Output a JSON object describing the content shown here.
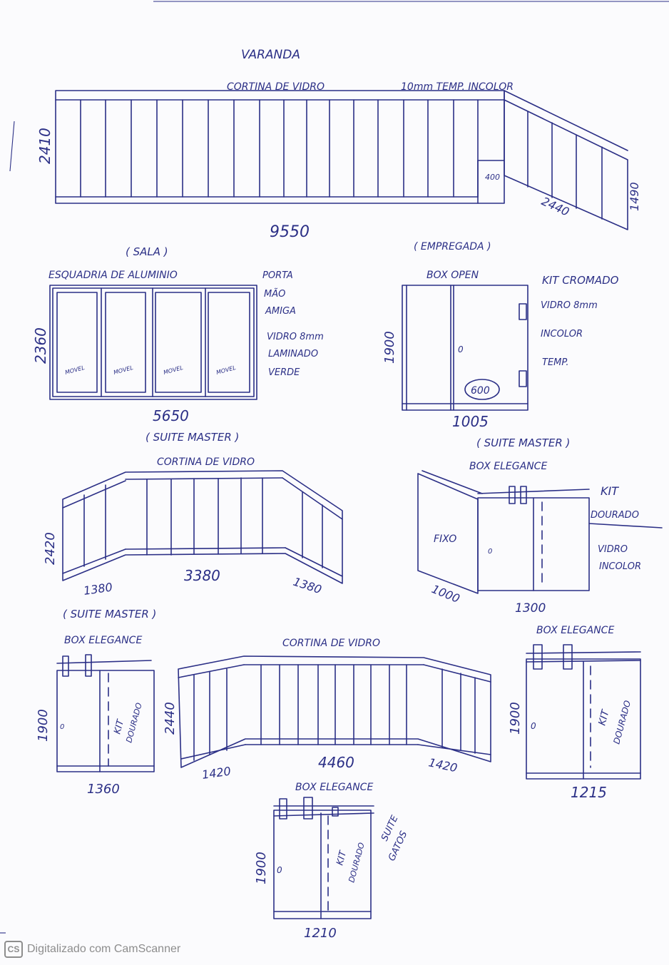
{
  "varanda": {
    "title": "VARANDA",
    "subtitle": "CORTINA DE VIDRO",
    "spec": "10mm TEMP. INCOLOR",
    "height": "2410",
    "width_main": "9550",
    "return_height": "400",
    "width_side": "2440",
    "height_side": "1490"
  },
  "sala": {
    "room": "( SALA )",
    "title": "ESQUADRIA DE ALUMINIO",
    "note_lines": [
      "PORTA",
      "MÃO",
      "AMIGA"
    ],
    "glass_lines": [
      "VIDRO 8mm",
      "LAMINADO",
      "VERDE"
    ],
    "panel_label": "MOVEL",
    "height": "2360",
    "width": "5650"
  },
  "empregada": {
    "room": "( EMPREGADA )",
    "title": "BOX OPEN",
    "kit_lines": [
      "KIT CROMADO",
      "VIDRO 8mm",
      "INCOLOR",
      "TEMP."
    ],
    "height": "1900",
    "width": "1005",
    "door": "600",
    "knob": "0"
  },
  "suite_cortina": {
    "room": "( SUITE MASTER )",
    "title": "CORTINA DE VIDRO",
    "height": "2420",
    "left": "1380",
    "center": "3380",
    "right": "1380"
  },
  "suite_box": {
    "room": "( SUITE MASTER )",
    "title": "BOX ELEGANCE",
    "kit_lines": [
      "KIT",
      "DOURADO",
      "VIDRO",
      "INCOLOR"
    ],
    "fixed": "FIXO",
    "left": "1000",
    "right": "1300",
    "knob": "0"
  },
  "suite_box2": {
    "room": "( SUITE MASTER )",
    "title": "BOX ELEGANCE",
    "kit": "KIT",
    "kit2": "DOURADO",
    "height": "1900",
    "width": "1360",
    "knob": "0"
  },
  "cortina2": {
    "title": "CORTINA DE VIDRO",
    "height": "2440",
    "left": "1420",
    "center": "4460",
    "right": "1420"
  },
  "box3": {
    "title": "BOX ELEGANCE",
    "kit": "KIT",
    "kit2": "DOURADO",
    "height": "1900",
    "width": "1215",
    "knob": "0"
  },
  "box4": {
    "title": "BOX ELEGANCE",
    "suite_lines": [
      "SUITE",
      "GATOS"
    ],
    "kit": "KIT",
    "kit2": "DOURADO",
    "height": "1900",
    "width": "1210",
    "knob": "0"
  },
  "footer": {
    "badge": "CS",
    "text": "Digitalizado com CamScanner"
  }
}
